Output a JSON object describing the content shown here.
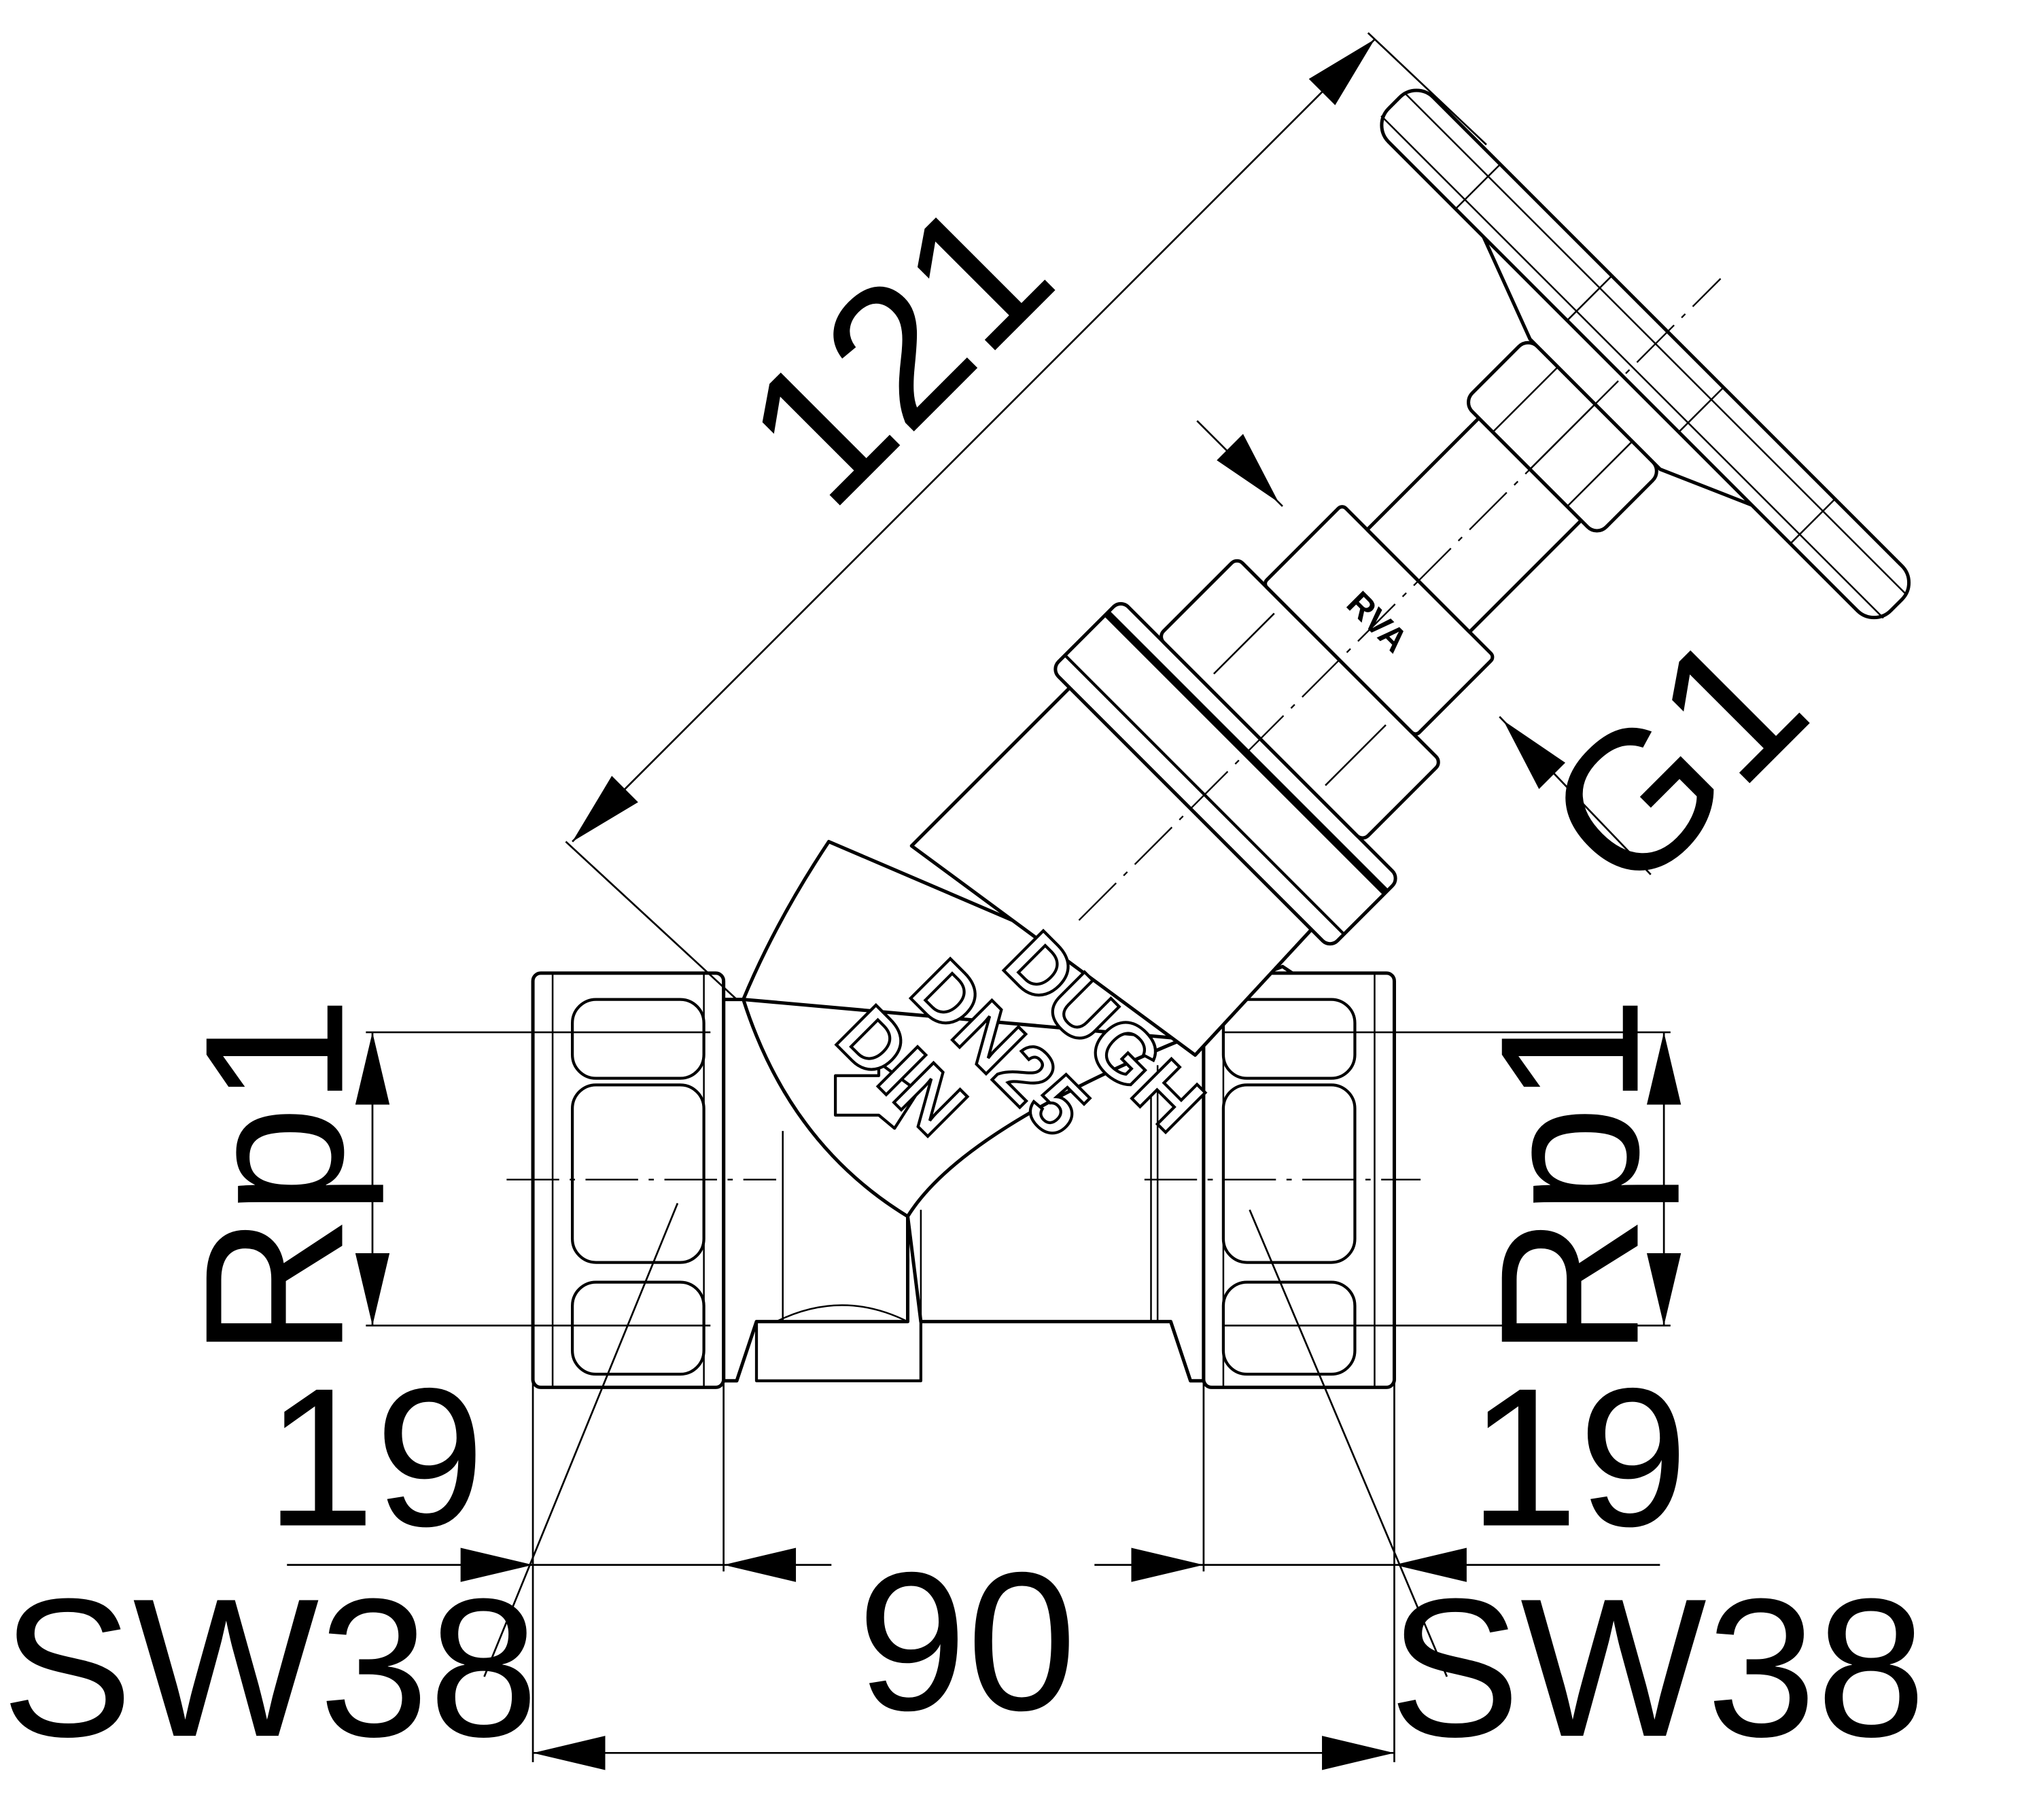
{
  "drawing": {
    "dimensions": {
      "overall_height": "121",
      "stem_thread": "G1",
      "thread_left": "Rp1",
      "thread_right": "Rp1",
      "thread_depth_left": "19",
      "thread_depth_right": "19",
      "face_to_face": "90",
      "wrench_left": "SW38",
      "wrench_right": "SW38"
    },
    "body_marking": {
      "line1": "DUGH",
      "line2": "DN25",
      "line3": "DIN",
      "bonnet_mark": "RVA"
    },
    "colors": {
      "line": "#000000",
      "background": "#ffffff"
    }
  }
}
